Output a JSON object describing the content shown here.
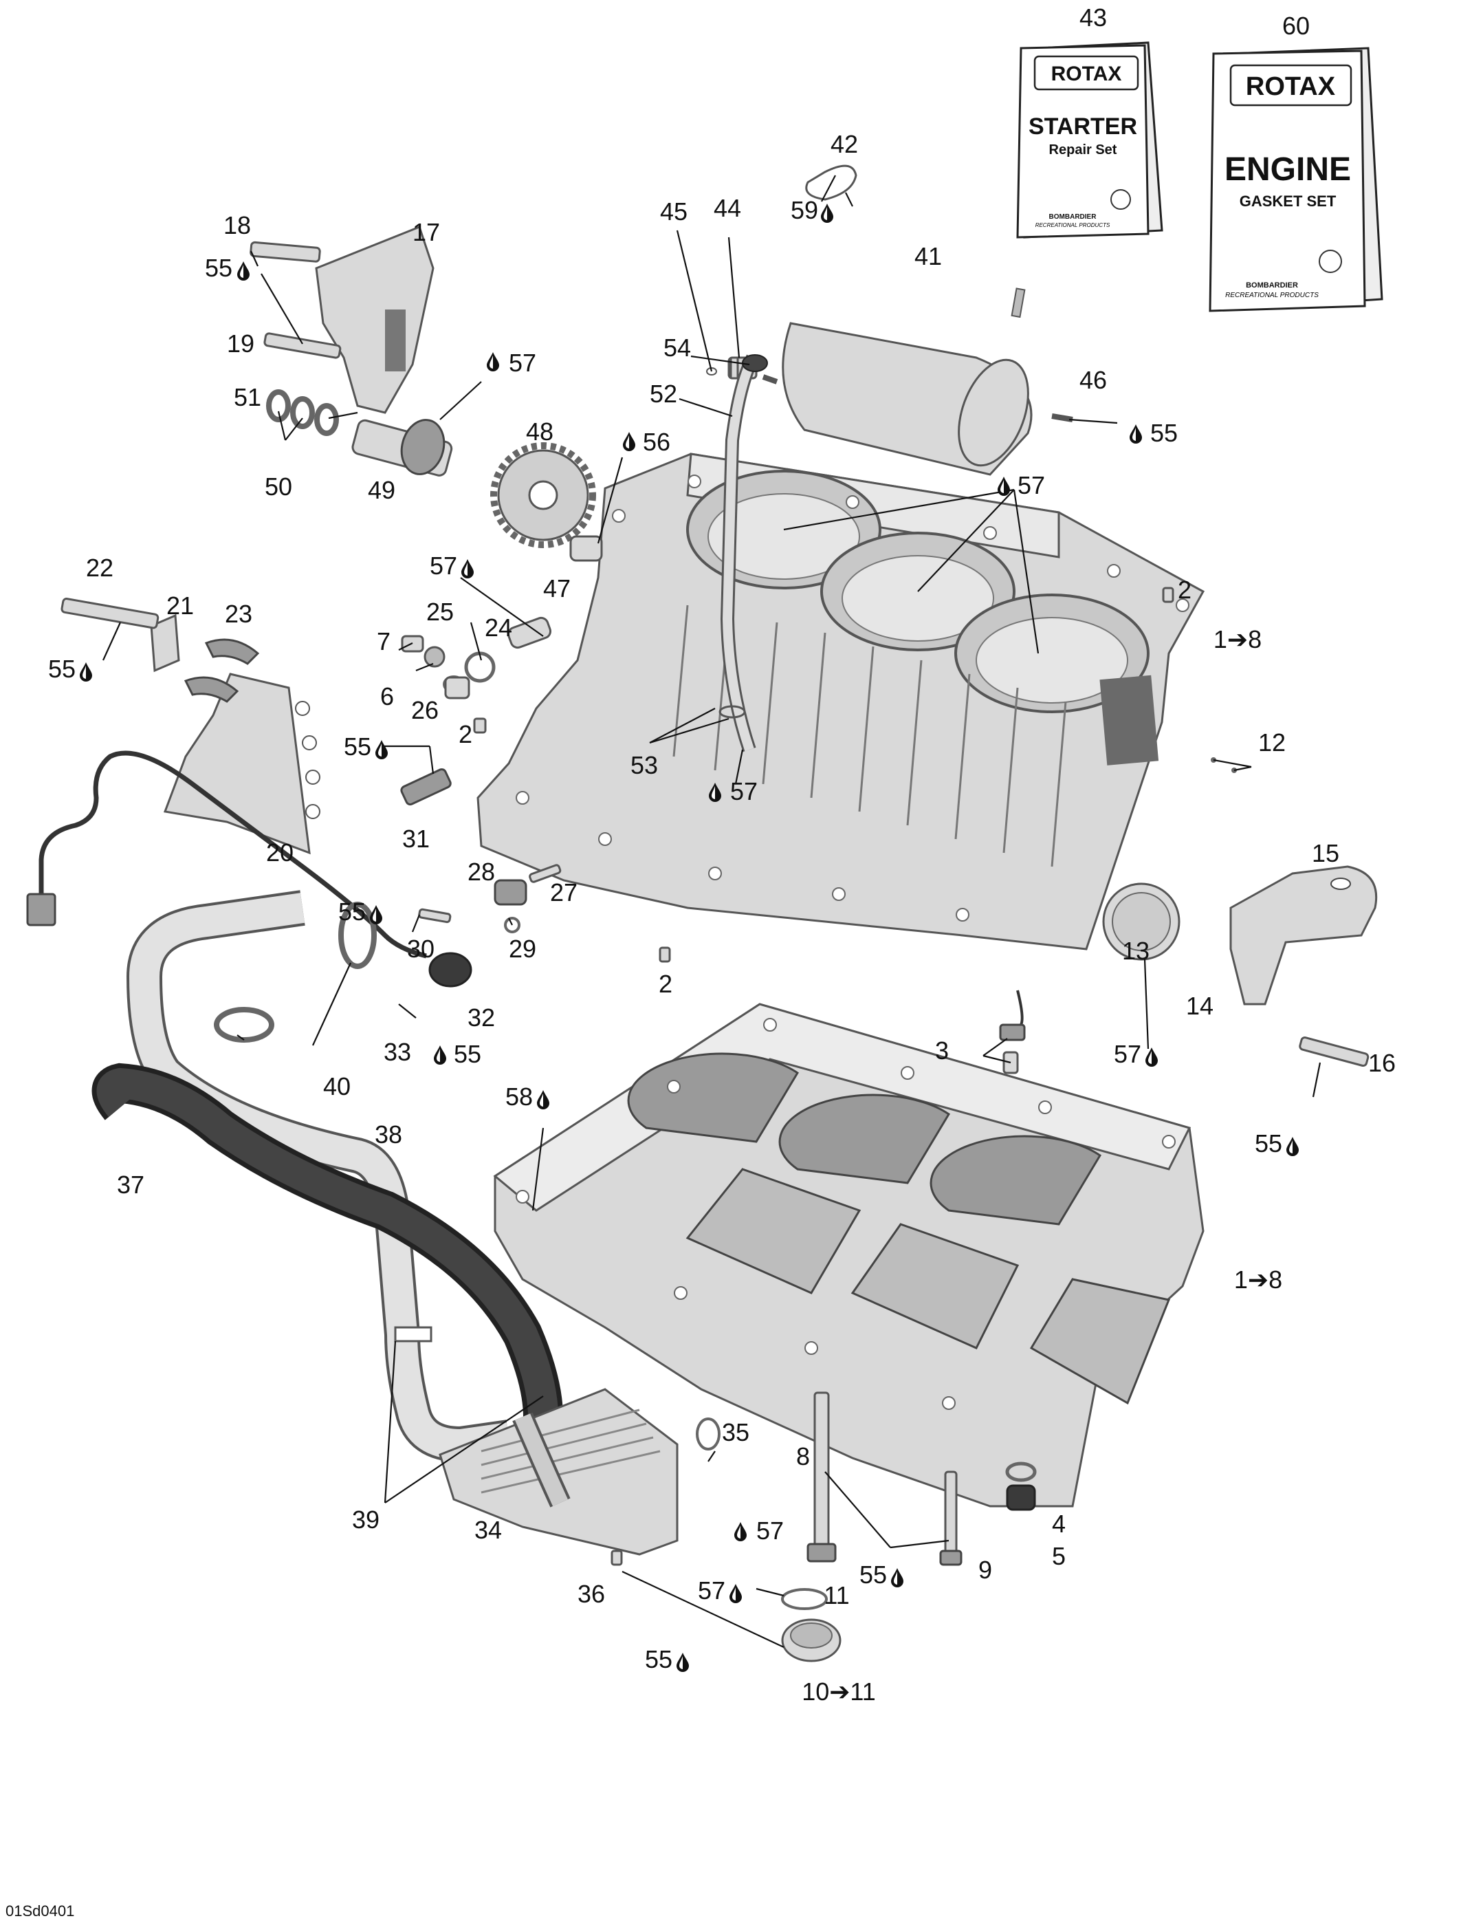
{
  "figure_id": "01Sd0401",
  "manuals": [
    {
      "number": "43",
      "brand": "ROTAX",
      "title": "STARTER",
      "subtitle": "Repair Set",
      "publisher": "BOMBARDIER",
      "publisher_sub": "RECREATIONAL PRODUCTS"
    },
    {
      "number": "60",
      "brand": "ROTAX",
      "title": "ENGINE",
      "subtitle": "GASKET SET",
      "publisher": "BOMBARDIER",
      "publisher_sub": "RECREATIONAL PRODUCTS"
    }
  ],
  "labels": {
    "c18": "18",
    "c17": "17",
    "c55a": "55",
    "c19": "19",
    "c57a": "57",
    "c51": "51",
    "c50": "50",
    "c49": "49",
    "c48": "48",
    "c45": "45",
    "c44": "44",
    "c42": "42",
    "c59": "59",
    "c41": "41",
    "c54": "54",
    "c52": "52",
    "c56": "56",
    "c46": "46",
    "c55b": "55",
    "c57b": "57",
    "c2a": "2",
    "c1to8a": "1➔8",
    "c22": "22",
    "c21": "21",
    "c23": "23",
    "c55c": "55",
    "c57c": "57",
    "c47": "47",
    "c25": "25",
    "c24": "24",
    "c7": "7",
    "c6": "6",
    "c26": "26",
    "c2b": "2",
    "c55d": "55",
    "c31": "31",
    "c53": "53",
    "c57d": "57",
    "c12": "12",
    "c20": "20",
    "c15": "15",
    "c28": "28",
    "c27": "27",
    "c55e": "55",
    "c30": "30",
    "c29": "29",
    "c2c": "2",
    "c13": "13",
    "c14": "14",
    "c32": "32",
    "c33": "33",
    "c55f": "55",
    "c40": "40",
    "c3": "3",
    "c57e": "57",
    "c16": "16",
    "c58": "58",
    "c38": "38",
    "c55g": "55",
    "c37": "37",
    "c1to8b": "1➔8",
    "c35": "35",
    "c39": "39",
    "c34": "34",
    "c57f": "57",
    "c8": "8",
    "c55h": "55",
    "c9": "9",
    "c4": "4",
    "c5": "5",
    "c36": "36",
    "c57g": "57",
    "c11": "11",
    "c55i": "55",
    "c10to11": "10➔11"
  }
}
